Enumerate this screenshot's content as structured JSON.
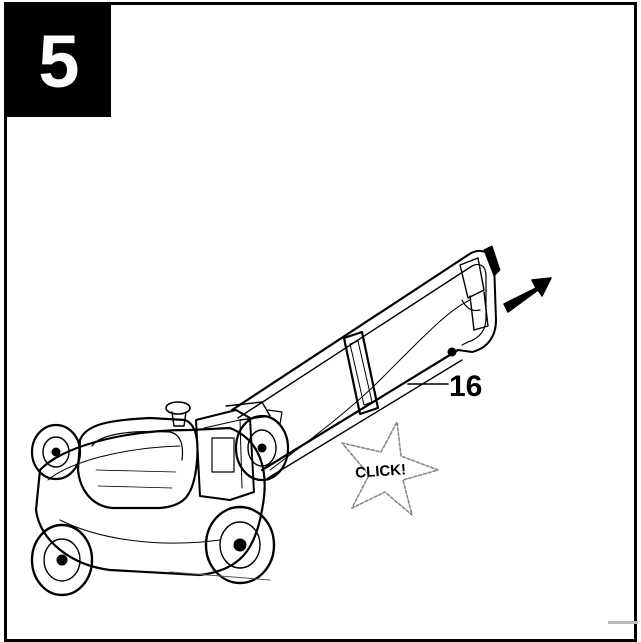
{
  "step": {
    "number": "5"
  },
  "callout": {
    "part_number": "16"
  },
  "sound_effect": {
    "text": "CLICK!"
  },
  "icons": {
    "mower": "lawn-mower-illustration",
    "arrow": "pull-direction-arrow-icon",
    "star": "click-starburst-icon"
  },
  "colors": {
    "ink": "#000000",
    "background": "#ffffff",
    "badge": "#000000"
  }
}
